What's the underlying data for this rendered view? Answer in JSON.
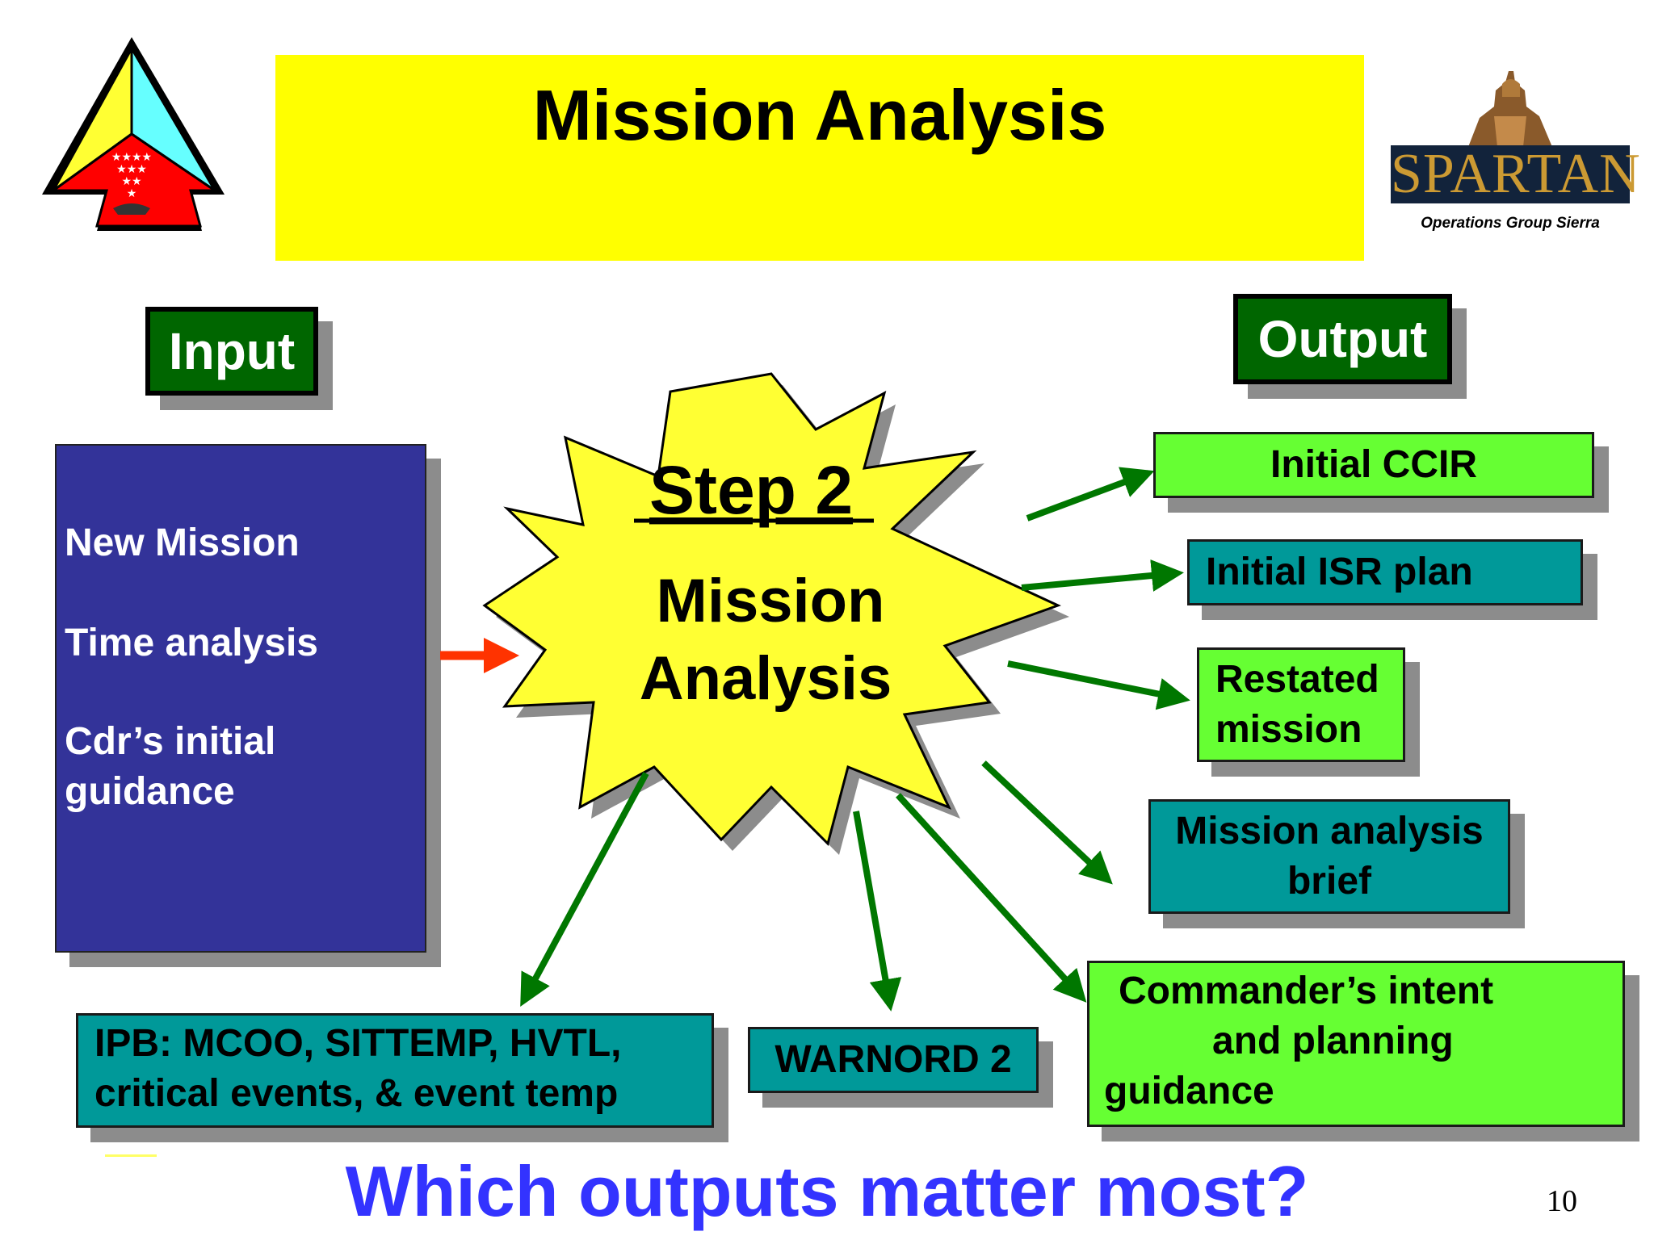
{
  "title": "Mission Analysis",
  "input": {
    "label": "Input",
    "lines": [
      "New Mission",
      "Time analysis",
      "Cdr’s initial",
      "guidance"
    ]
  },
  "output": {
    "label": "Output"
  },
  "center": {
    "step": "Step 2",
    "name_line1": "Mission",
    "name_line2": "Analysis"
  },
  "outputs": {
    "ccir": "Initial CCIR",
    "isr": "Initial ISR plan",
    "restated_1": "Restated",
    "restated_2": "mission",
    "brief_1": "Mission analysis",
    "brief_2": "brief",
    "intent_1": "Commander’s intent",
    "intent_2": "and planning",
    "intent_3": "guidance",
    "ipb_1": "IPB: MCOO, SITTEMP, HVTL,",
    "ipb_2": "critical events, & event temp",
    "warnord": "WARNORD 2"
  },
  "logo": {
    "name": "SPARTAN",
    "caption": "Operations Group Sierra"
  },
  "question": "Which outputs matter most?",
  "page_number": "10",
  "colors": {
    "banner": "#ffff00",
    "tag_green": "#006600",
    "input_panel": "#333399",
    "bright_green": "#66ff33",
    "teal": "#009999",
    "arrow_green": "#007700",
    "arrow_red": "#ff3300",
    "question_blue": "#3333ff"
  }
}
